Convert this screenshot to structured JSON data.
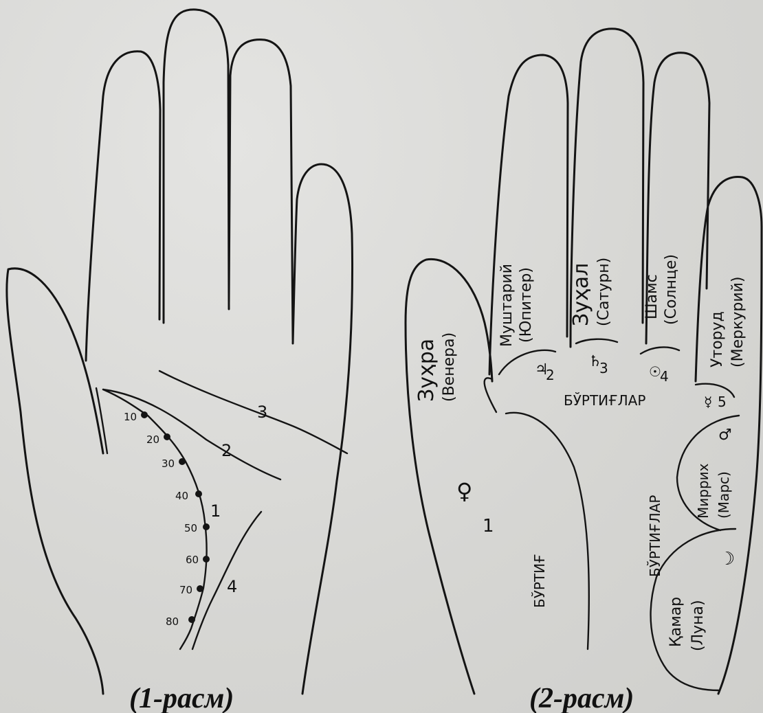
{
  "figure1": {
    "caption": "(1-расм)",
    "ages": [
      "10",
      "20",
      "30",
      "40",
      "50",
      "60",
      "70",
      "80"
    ],
    "line_numbers": [
      "1",
      "2",
      "3",
      "4"
    ]
  },
  "figure2": {
    "caption": "(2-расм)",
    "fingers": [
      {
        "name": "Муштарий",
        "sub": "(Юпитер)"
      },
      {
        "name": "Зуҳал",
        "sub": "(Сатурн)"
      },
      {
        "name": "Шамс",
        "sub": "(Солнце)"
      },
      {
        "name": "Уторуд",
        "sub": "(Меркурий)"
      }
    ],
    "thumb": {
      "name": "Зуҳра",
      "sub": "(Венера)"
    },
    "mount_numbers": [
      "2",
      "3",
      "4",
      "5"
    ],
    "mounts_label": "БЎРТИҒЛАР",
    "mounts_label_vertical": "БЎРТИҒЛАР",
    "venus_number": "1",
    "venus_label": "БЎРТИҒ",
    "mars": {
      "name": "Миррих",
      "sub": "(Марс)"
    },
    "moon": {
      "name": "Қамар",
      "sub": "(Луна)"
    }
  },
  "colors": {
    "ink": "#141414",
    "paper": "#d9d9d7"
  }
}
